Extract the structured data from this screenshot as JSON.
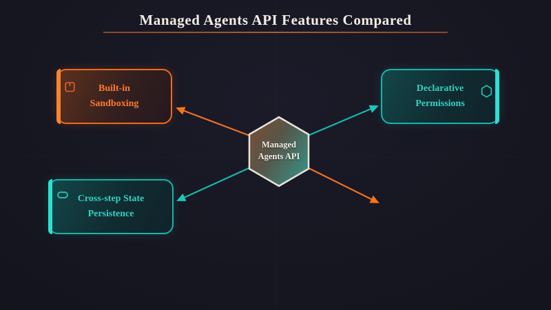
{
  "title": "Managed Agents API Features Compared",
  "center": {
    "label": "Managed Agents API"
  },
  "nodes": [
    {
      "id": "built-in-sandboxing",
      "label": "Built-in Sandboxing",
      "icon": "package-icon",
      "color": "#f97316"
    },
    {
      "id": "declarative-permissions",
      "label": "Declarative Permissions",
      "icon": "hexagon-icon",
      "color": "#1dc8b8"
    },
    {
      "id": "cross-step-state-persistence",
      "label": "Cross-step State Persistence",
      "icon": "storage-icon",
      "color": "#1dc8b8"
    }
  ],
  "colors": {
    "background": "#15151f",
    "orange_accent": "#f97316",
    "teal_accent": "#1dc8b8",
    "title_text": "#f2ede4",
    "title_underline": "#ac5c30",
    "hexagon_border": "#e9e4db",
    "hexagon_gradient_start": "#7c4c34",
    "hexagon_gradient_end": "#3b8a7e"
  }
}
